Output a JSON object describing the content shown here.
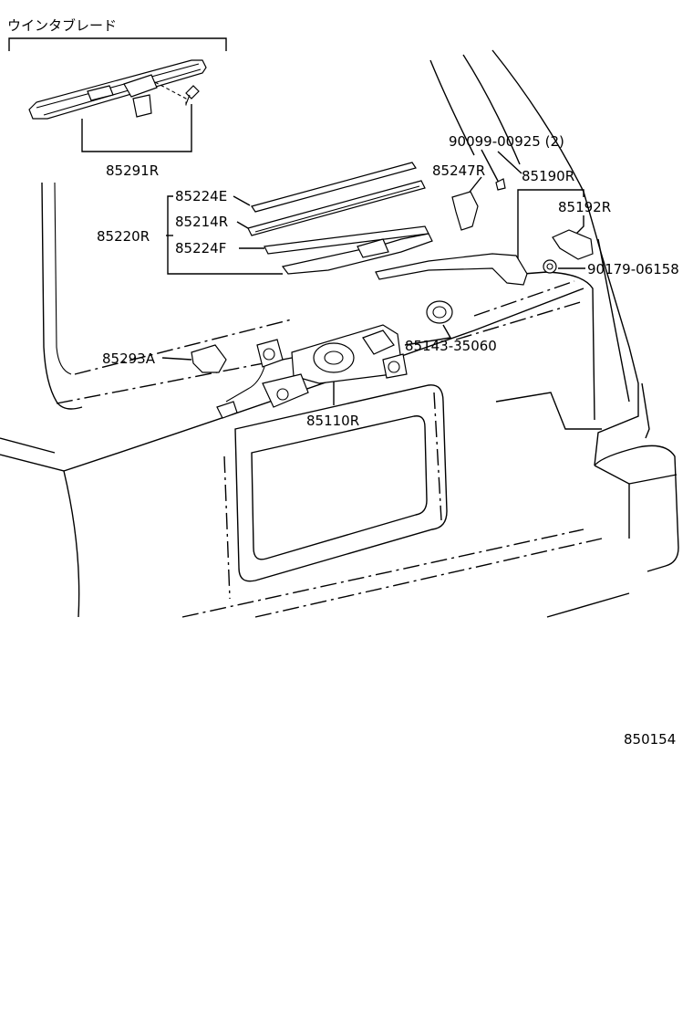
{
  "diagram": {
    "group_label": "ウインタブレード",
    "figure_number": "850154",
    "parts": {
      "blade_assy": "85291R",
      "blade_rubber_e": "85224E",
      "blade_rubber_r": "85214R",
      "blade_rubber_f": "85224F",
      "blade_group": "85220R",
      "bolt": "90099-00925 (2)",
      "bracket": "85247R",
      "arm_assy": "85190R",
      "arm_cap": "85192R",
      "nut": "90179-06158",
      "grommet": "85143-35060",
      "motor_cover": "85293A",
      "motor_assy": "85110R"
    }
  }
}
